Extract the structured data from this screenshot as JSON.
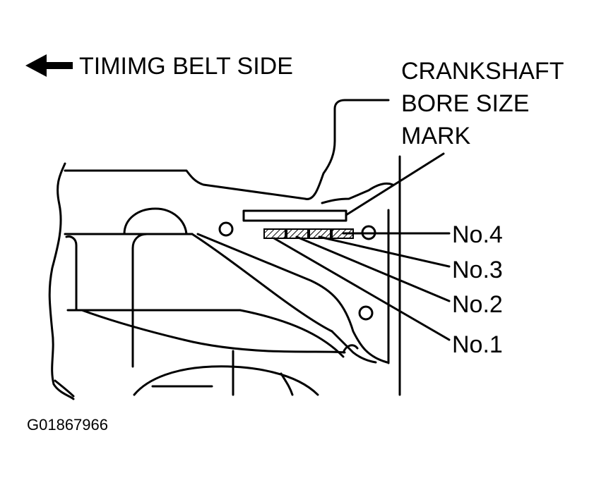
{
  "header": {
    "direction_label": "TIMIMG BELT SIDE",
    "arrow_icon": "left-arrow-icon"
  },
  "callouts": {
    "bore_mark": [
      "CRANKSHAFT",
      "BORE SIZE",
      "MARK"
    ],
    "journals": [
      "No.4",
      "No.3",
      "No.2",
      "No.1"
    ]
  },
  "figure_code": "G01867966",
  "colors": {
    "line": "#000000",
    "background": "#ffffff"
  }
}
